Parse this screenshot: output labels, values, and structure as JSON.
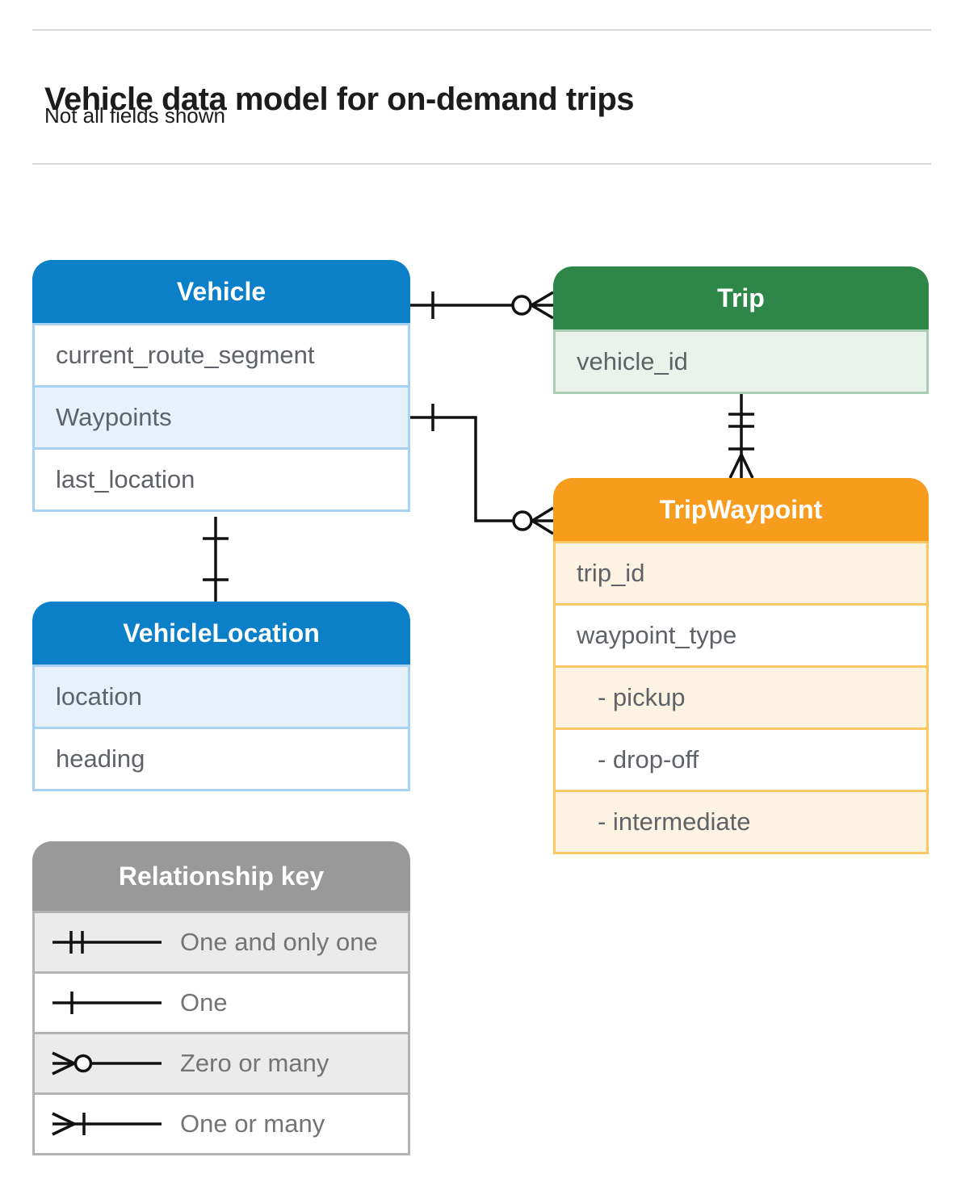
{
  "header": {
    "title": "Vehicle data model for on-demand trips",
    "subtitle": "Not all fields shown"
  },
  "diagram": {
    "line_color": "#111111"
  },
  "entities": [
    {
      "id": "vehicle",
      "title": "Vehicle",
      "header_color": "#0b80c8",
      "row_border": "#a8d2f2",
      "shade_color": "#e7f1fb",
      "rows": [
        {
          "label": "current_route_segment",
          "shaded": false,
          "indent": false
        },
        {
          "label": "Waypoints",
          "shaded": true,
          "indent": false
        },
        {
          "label": "last_location",
          "shaded": false,
          "indent": false
        }
      ]
    },
    {
      "id": "trip",
      "title": "Trip",
      "header_color": "#2e8749",
      "row_border": "#a8cfb2",
      "shade_color": "#e9f3ec",
      "rows": [
        {
          "label": "vehicle_id",
          "shaded": true,
          "indent": false
        }
      ]
    },
    {
      "id": "tripwaypoint",
      "title": "TripWaypoint",
      "header_color": "#f89c1d",
      "row_border": "#fbc863",
      "shade_color": "#fdf3e2",
      "rows": [
        {
          "label": "trip_id",
          "shaded": true,
          "indent": false
        },
        {
          "label": "waypoint_type",
          "shaded": false,
          "indent": false
        },
        {
          "label": "- pickup",
          "shaded": true,
          "indent": true
        },
        {
          "label": "- drop-off",
          "shaded": false,
          "indent": true
        },
        {
          "label": "- intermediate",
          "shaded": true,
          "indent": true
        }
      ]
    },
    {
      "id": "vehiclelocation",
      "title": "VehicleLocation",
      "header_color": "#0b80c8",
      "row_border": "#a8d2f2",
      "shade_color": "#e7f1fb",
      "rows": [
        {
          "label": "location",
          "shaded": true,
          "indent": false
        },
        {
          "label": "heading",
          "shaded": false,
          "indent": false
        }
      ]
    }
  ],
  "legend": {
    "title": "Relationship key",
    "header_color": "#999999",
    "row_border": "#b3b3b3",
    "shade_color": "#ebebeb",
    "items": [
      {
        "symbol": "one-and-only-one",
        "label": "One and only one",
        "shaded": true
      },
      {
        "symbol": "one",
        "label": "One",
        "shaded": false
      },
      {
        "symbol": "zero-or-many",
        "label": "Zero or many",
        "shaded": true
      },
      {
        "symbol": "one-or-many",
        "label": "One or many",
        "shaded": false
      }
    ]
  },
  "connectors": [
    {
      "from": "Vehicle",
      "to": "Trip",
      "from_end": "one",
      "to_end": "zero-or-many"
    },
    {
      "from": "Vehicle.Waypoints",
      "to": "TripWaypoint",
      "from_end": "one",
      "to_end": "zero-or-many"
    },
    {
      "from": "Trip",
      "to": "TripWaypoint",
      "from_end": "one-and-only-one",
      "to_end": "one-or-many"
    },
    {
      "from": "Vehicle",
      "to": "VehicleLocation",
      "from_end": "one",
      "to_end": "one"
    }
  ]
}
